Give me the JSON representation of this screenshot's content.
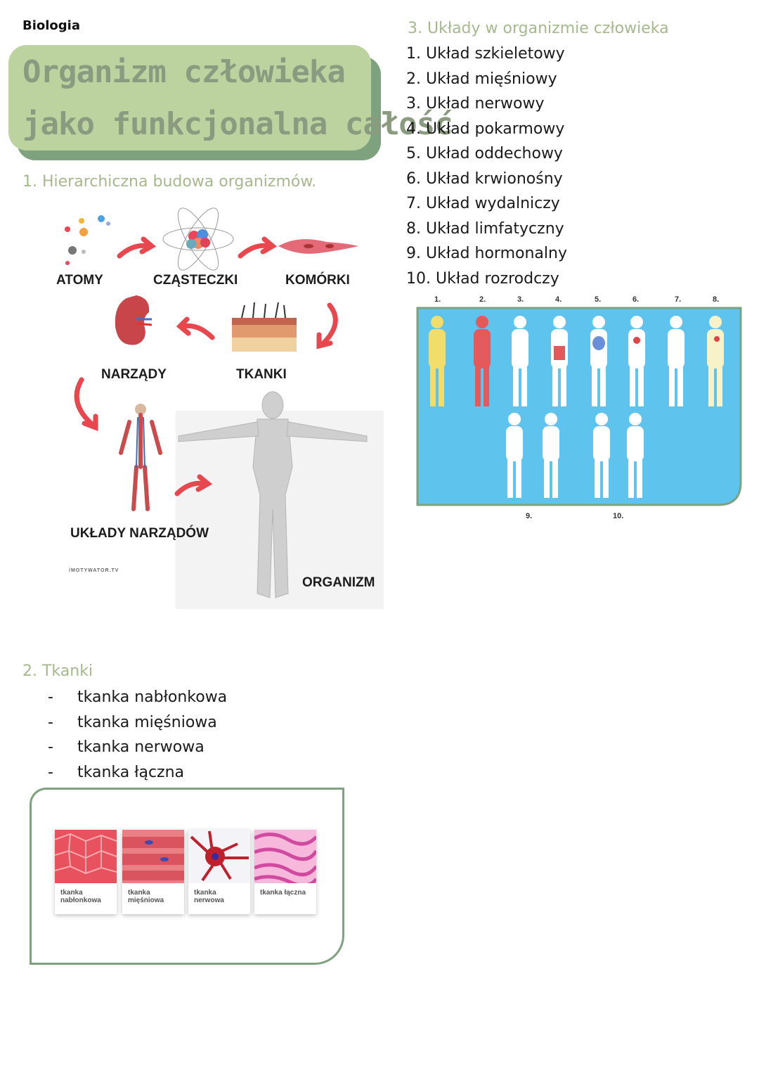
{
  "subject": "Biologia",
  "title": {
    "line1": "Organizm człowieka",
    "line2": "jako funkcjonalna całość"
  },
  "section1": {
    "heading": "1. Hierarchiczna budowa organizmów.",
    "labels": {
      "atoms": "ATOMY",
      "molecules": "CZĄSTECZKI",
      "cells": "KOMÓRKI",
      "organs": "NARZĄDY",
      "tissues": "TKANKI",
      "organ_systems": "UKŁADY NARZĄDÓW",
      "organism": "ORGANIZM"
    },
    "watermark": "/MOTYWATOR.TV"
  },
  "section2": {
    "heading": "2. Tkanki",
    "items": [
      "tkanka nabłonkowa",
      "tkanka mięśniowa",
      "tkanka nerwowa",
      "tkanka łączna"
    ],
    "dash": "-",
    "cards": [
      {
        "caption": "tkanka nabłonkowa"
      },
      {
        "caption": "tkanka mięśniowa"
      },
      {
        "caption": "tkanka nerwowa"
      },
      {
        "caption": "tkanka łączna"
      }
    ]
  },
  "section3": {
    "heading": "3. Układy w organizmie człowieka",
    "items": [
      "1. Układ szkieletowy",
      "2. Układ mięśniowy",
      "3. Układ nerwowy",
      "4. Układ pokarmowy",
      "5. Układ oddechowy",
      "6. Układ krwionośny",
      "7. Układ wydalniczy",
      "8. Układ limfatyczny",
      "9. Układ hormonalny",
      "10. Układ rozrodczy"
    ],
    "figure_numbers": [
      "1.",
      "2.",
      "3.",
      "4.",
      "5.",
      "6.",
      "7.",
      "8.",
      "9.",
      "10."
    ]
  },
  "colors": {
    "title_bg": "#bcd3a0",
    "title_shadow": "#7da27d",
    "title_text": "#8a9b80",
    "heading": "#a6b98d",
    "arrow": "#e8474d",
    "figure_bg": "#5ec4ee"
  }
}
